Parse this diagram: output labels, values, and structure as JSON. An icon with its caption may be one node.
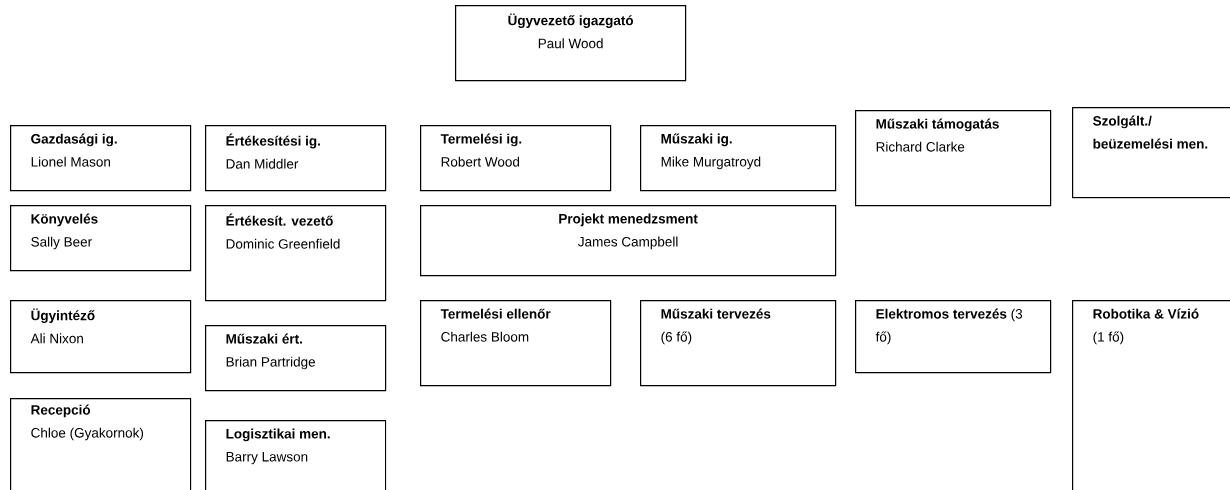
{
  "diagram": {
    "nodes": [
      {
        "text": [
          "Ügyvezető igazgató",
          "Paul Wood"
        ]
      },
      {
        "text": [
          "Gazdasági ig.",
          "Lionel Mason"
        ]
      },
      {
        "text": [
          "Értékesítési ig.",
          "Dan Middler"
        ]
      },
      {
        "text": [
          "Termelési ig.",
          "Robert Wood"
        ]
      },
      {
        "text": [
          "Műszaki ig.",
          "Mike Murgatroyd"
        ]
      },
      {
        "text": [
          "Műszaki támogatás",
          "Richard Clarke"
        ]
      },
      {
        "text": [
          "Szolgált./ beüzemelési men."
        ]
      },
      {
        "text": [
          "Könyvelés",
          "Sally Beer"
        ]
      },
      {
        "text": [
          "Értékesít. vezető",
          "Dominic Greenfield"
        ]
      },
      {
        "text": [
          "Projekt menedzsment",
          "James Campbell"
        ]
      },
      {
        "text": [
          "Ügyintéző",
          "Ali Nixon"
        ]
      },
      {
        "text": [
          "Műszaki ért.",
          "Brian Partridge"
        ]
      },
      {
        "text": [
          "Termelési ellenőr",
          "Charles Bloom"
        ]
      },
      {
        "text": [
          "Műszaki tervezés",
          "(6 fő)"
        ]
      },
      {
        "text": [
          "Elektromos tervezés",
          "(3 fő)"
        ]
      },
      {
        "text": [
          "Robotika & Vízió",
          "(1 fő)"
        ]
      },
      {
        "text": [
          "Recepció",
          "Chloe (Gyakornok)"
        ]
      },
      {
        "text": [
          "Logisztikai men.",
          "Barry Lawson"
        ]
      }
    ]
  }
}
